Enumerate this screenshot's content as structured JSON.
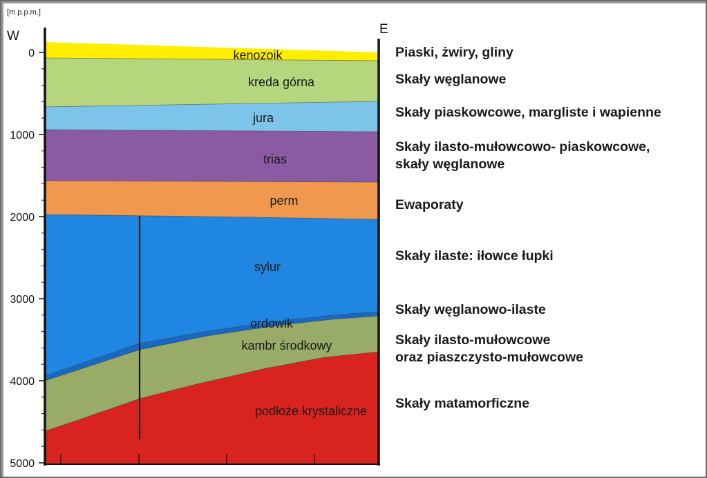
{
  "diagram": {
    "unit_label": "[m p.p.m.]",
    "west_label": "W",
    "east_label": "E",
    "depth_ticks": [
      "0",
      "1000",
      "2000",
      "3000",
      "4000",
      "5000"
    ],
    "layers": [
      {
        "name": "kenozoik",
        "color": "#ffee00"
      },
      {
        "name": "kreda górna",
        "color": "#b5d67c"
      },
      {
        "name": "jura",
        "color": "#7cc4ea"
      },
      {
        "name": "trias",
        "color": "#8a5aa2"
      },
      {
        "name": "perm",
        "color": "#f0994e"
      },
      {
        "name": "sylur",
        "color": "#1f86e2"
      },
      {
        "name": "ordowik",
        "color": "#1f86e2"
      },
      {
        "name": "kambr środkowy",
        "color": "#98ac68"
      },
      {
        "name": "podłoże krystaliczne",
        "color": "#d9231f"
      }
    ],
    "descriptions": [
      "Piaski, żwiry, gliny",
      "Skały węglanowe",
      "Skały piaskowcowe, margliste i wapienne",
      "Skały ilasto-mułowcowo- piaskowcowe,",
      "skały węglanowe",
      "Ewaporaty",
      "Skały ilaste: iłowce łupki",
      "Skały węglanowo-ilaste",
      "Skały ilasto-mułowcowe",
      "oraz piaszczysto-mułowcowe",
      "Skały matamorficzne"
    ]
  }
}
